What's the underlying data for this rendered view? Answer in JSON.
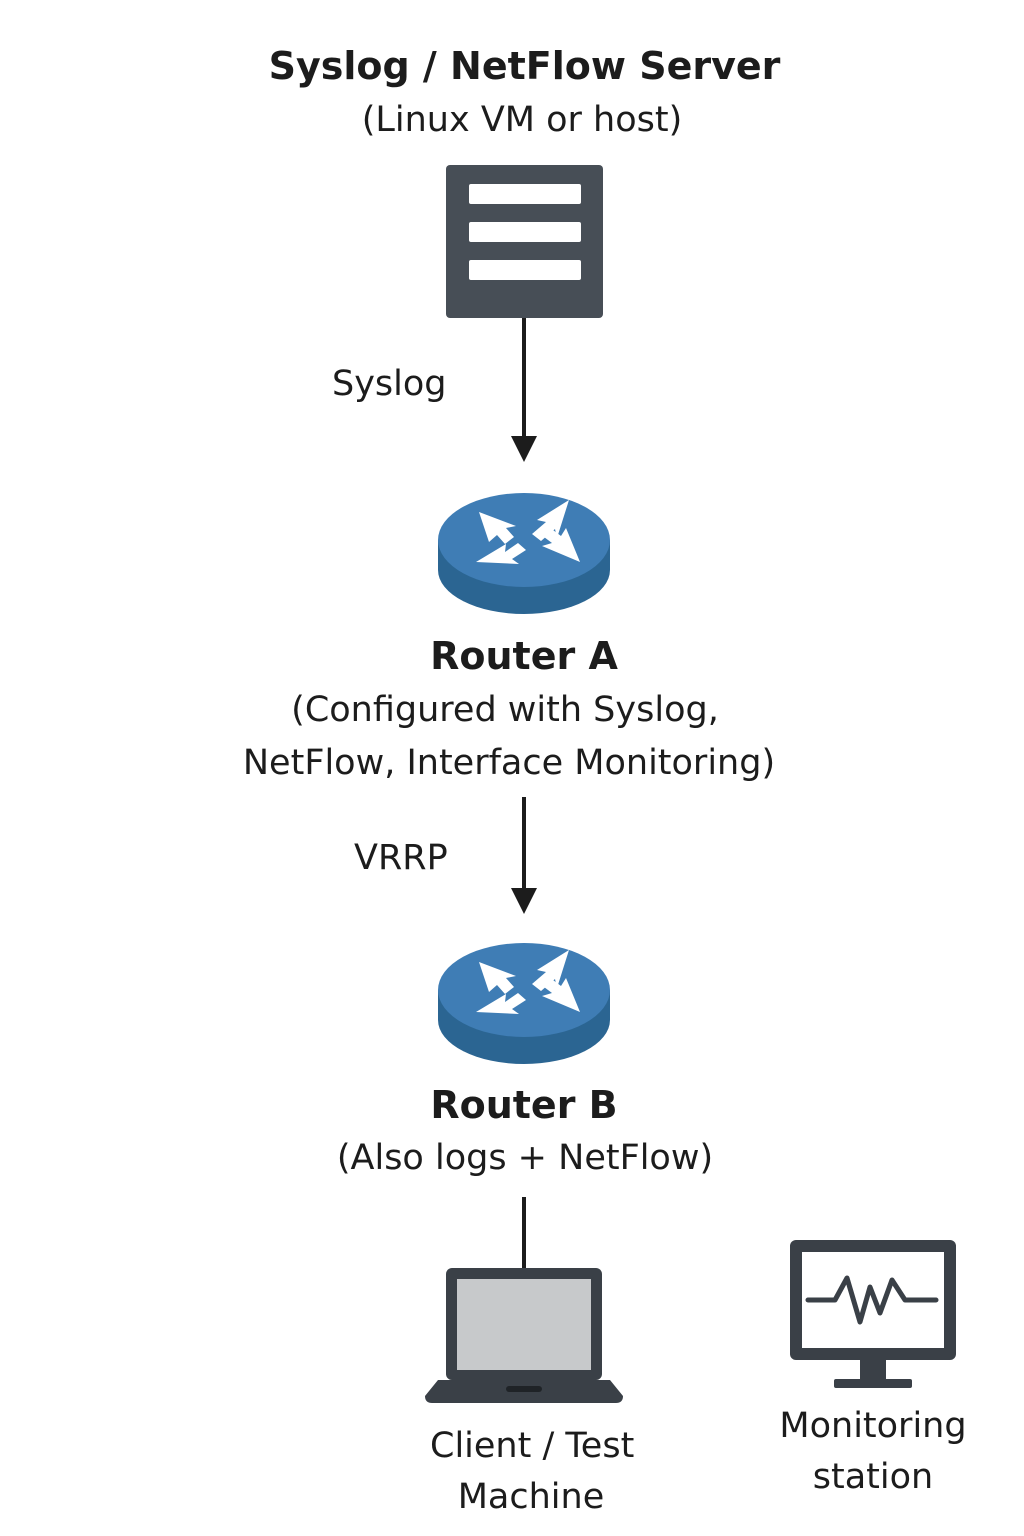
{
  "server": {
    "title": "Syslog / NetFlow Server",
    "subtitle": "(Linux VM or host)",
    "icon": "server-rack-icon"
  },
  "edges": {
    "server_to_router_a": "Syslog",
    "router_a_to_router_b": "VRRP"
  },
  "router_a": {
    "title": "Router A",
    "subtitle_line1": "(Configured with Syslog,",
    "subtitle_line2": "NetFlow, Interface Monitoring)",
    "icon": "router-icon"
  },
  "router_b": {
    "title": "Router B",
    "subtitle": "(Also logs + NetFlow)",
    "icon": "router-icon"
  },
  "client": {
    "label_line1": "Client / Test",
    "label_line2": "Machine",
    "icon": "laptop-icon"
  },
  "monitor": {
    "label_line1": "Monitoring",
    "label_line2": "station",
    "icon": "monitor-pulse-icon"
  },
  "colors": {
    "server_body": "#474e56",
    "router_top": "#3f7db5",
    "router_side": "#2b6592",
    "device_outline": "#3a4047",
    "laptop_screen": "#c7c9cb",
    "line": "#1c1c1c"
  }
}
